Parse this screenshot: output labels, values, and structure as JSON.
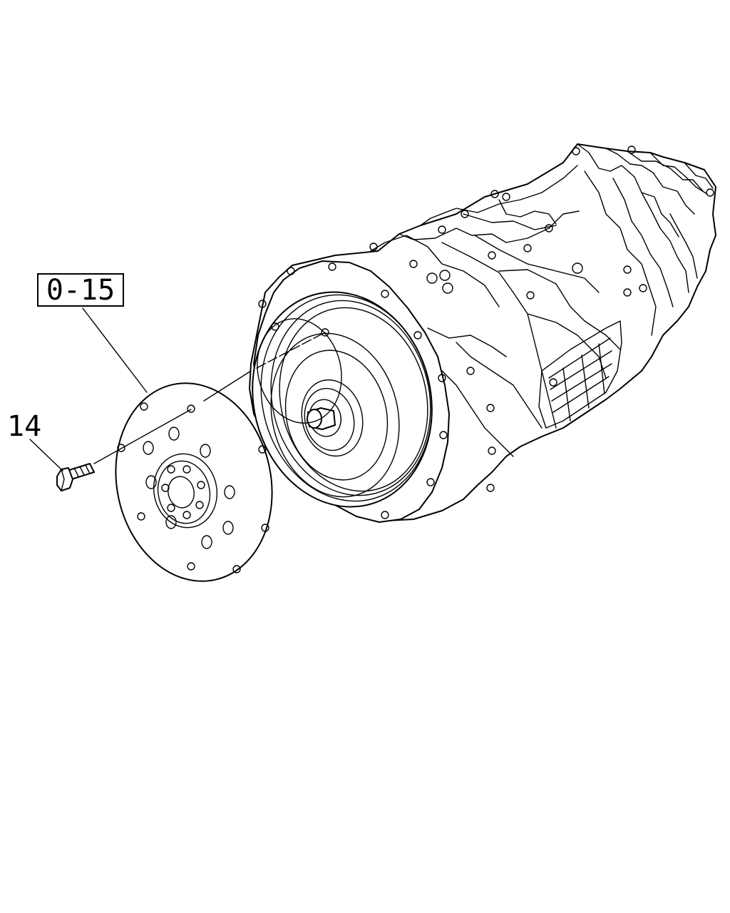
{
  "callouts": [
    {
      "id": "ref",
      "text": "0-15",
      "boxed": true
    },
    {
      "id": "bolt",
      "text": "14",
      "boxed": false
    }
  ],
  "colors": {
    "ink": "#000000",
    "paper": "#ffffff"
  }
}
